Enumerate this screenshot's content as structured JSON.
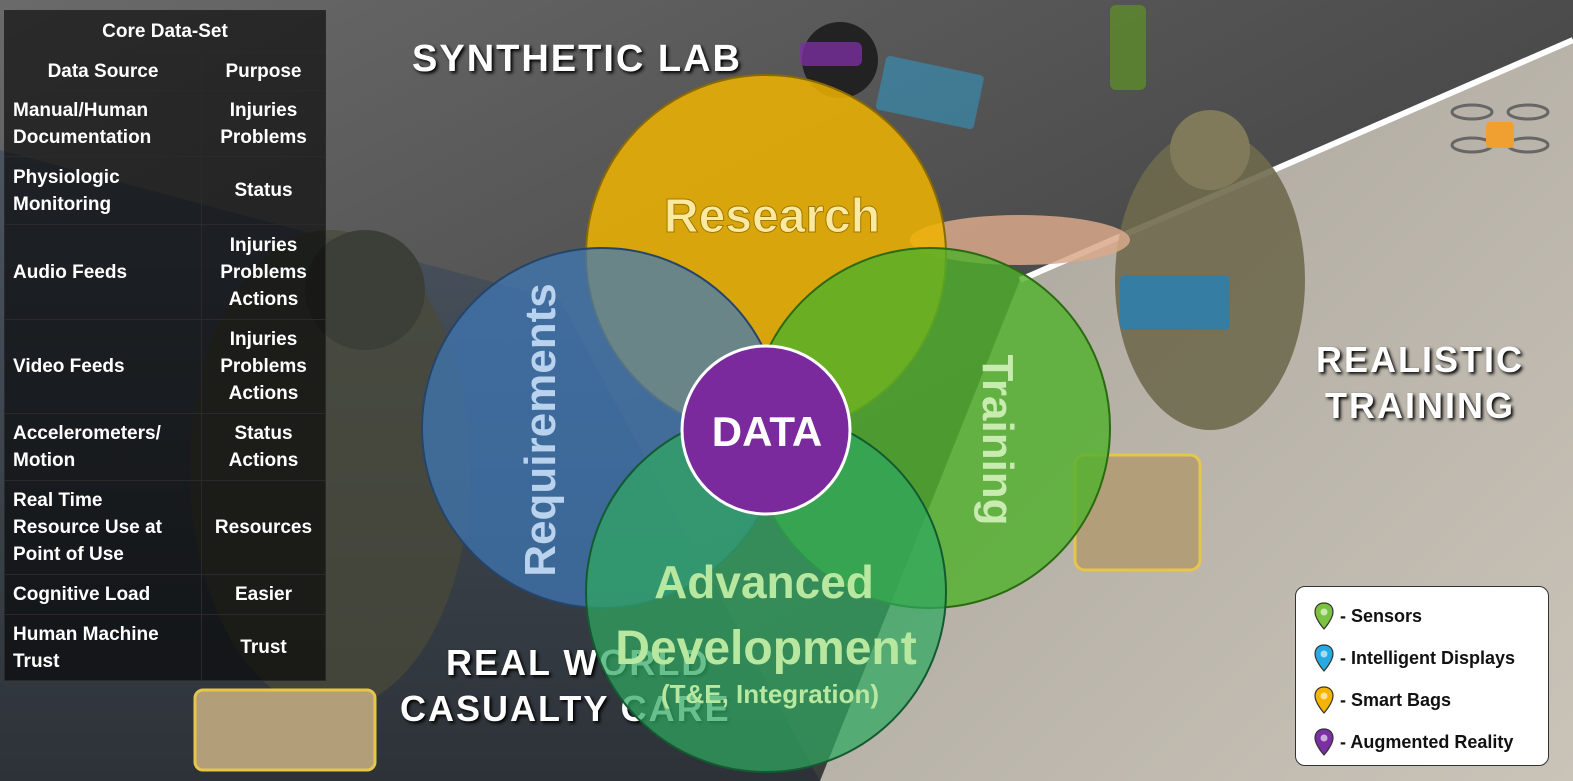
{
  "headings": {
    "synthetic": "SYNTHETIC LAB",
    "realistic_l1": "REALISTIC",
    "realistic_l2": "TRAINING",
    "realworld_l1": "REAL WORLD",
    "realworld_l2": "CASUALTY CARE"
  },
  "table": {
    "title": "Core Data-Set",
    "col_source": "Data Source",
    "col_purpose": "Purpose",
    "rows": [
      {
        "source": [
          "Manual/Human",
          "Documentation"
        ],
        "purpose": [
          "Injuries",
          "Problems"
        ]
      },
      {
        "source": [
          "Physiologic",
          "Monitoring"
        ],
        "purpose": [
          "Status"
        ]
      },
      {
        "source": [
          "Audio Feeds"
        ],
        "purpose": [
          "Injuries",
          "Problems",
          "Actions"
        ]
      },
      {
        "source": [
          "Video Feeds"
        ],
        "purpose": [
          "Injuries",
          "Problems",
          "Actions"
        ]
      },
      {
        "source": [
          "Accelerometers/",
          "Motion"
        ],
        "purpose": [
          "Status",
          "Actions"
        ]
      },
      {
        "source": [
          "Real Time",
          "Resource Use at",
          "Point of Use"
        ],
        "purpose": [
          "Resources"
        ]
      },
      {
        "source": [
          "Cognitive Load"
        ],
        "purpose": [
          "Easier"
        ]
      },
      {
        "source": [
          "Human Machine",
          "Trust"
        ],
        "purpose": [
          "Trust"
        ]
      }
    ]
  },
  "venn": {
    "research": "Research",
    "requirements": "Requirements",
    "training": "Training",
    "advanced_l1": "Advanced",
    "advanced_l2": "Development",
    "advanced_l3": "(T&E, Integration)",
    "center": "DATA",
    "colors": {
      "research": "#f0b400",
      "requirements": "#3f78b8",
      "training": "#4fb02a",
      "advanced": "#2fa860",
      "center": "#7a2a9c"
    }
  },
  "legend": {
    "items": [
      {
        "label": "- Sensors",
        "color": "#7cc242",
        "icon": "map-pin-icon"
      },
      {
        "label": "- Intelligent Displays",
        "color": "#27a9e1",
        "icon": "map-pin-icon"
      },
      {
        "label": "- Smart Bags",
        "color": "#f5b400",
        "icon": "map-pin-icon"
      },
      {
        "label": "- Augmented Reality",
        "color": "#7b2fa0",
        "icon": "map-pin-icon"
      }
    ]
  }
}
